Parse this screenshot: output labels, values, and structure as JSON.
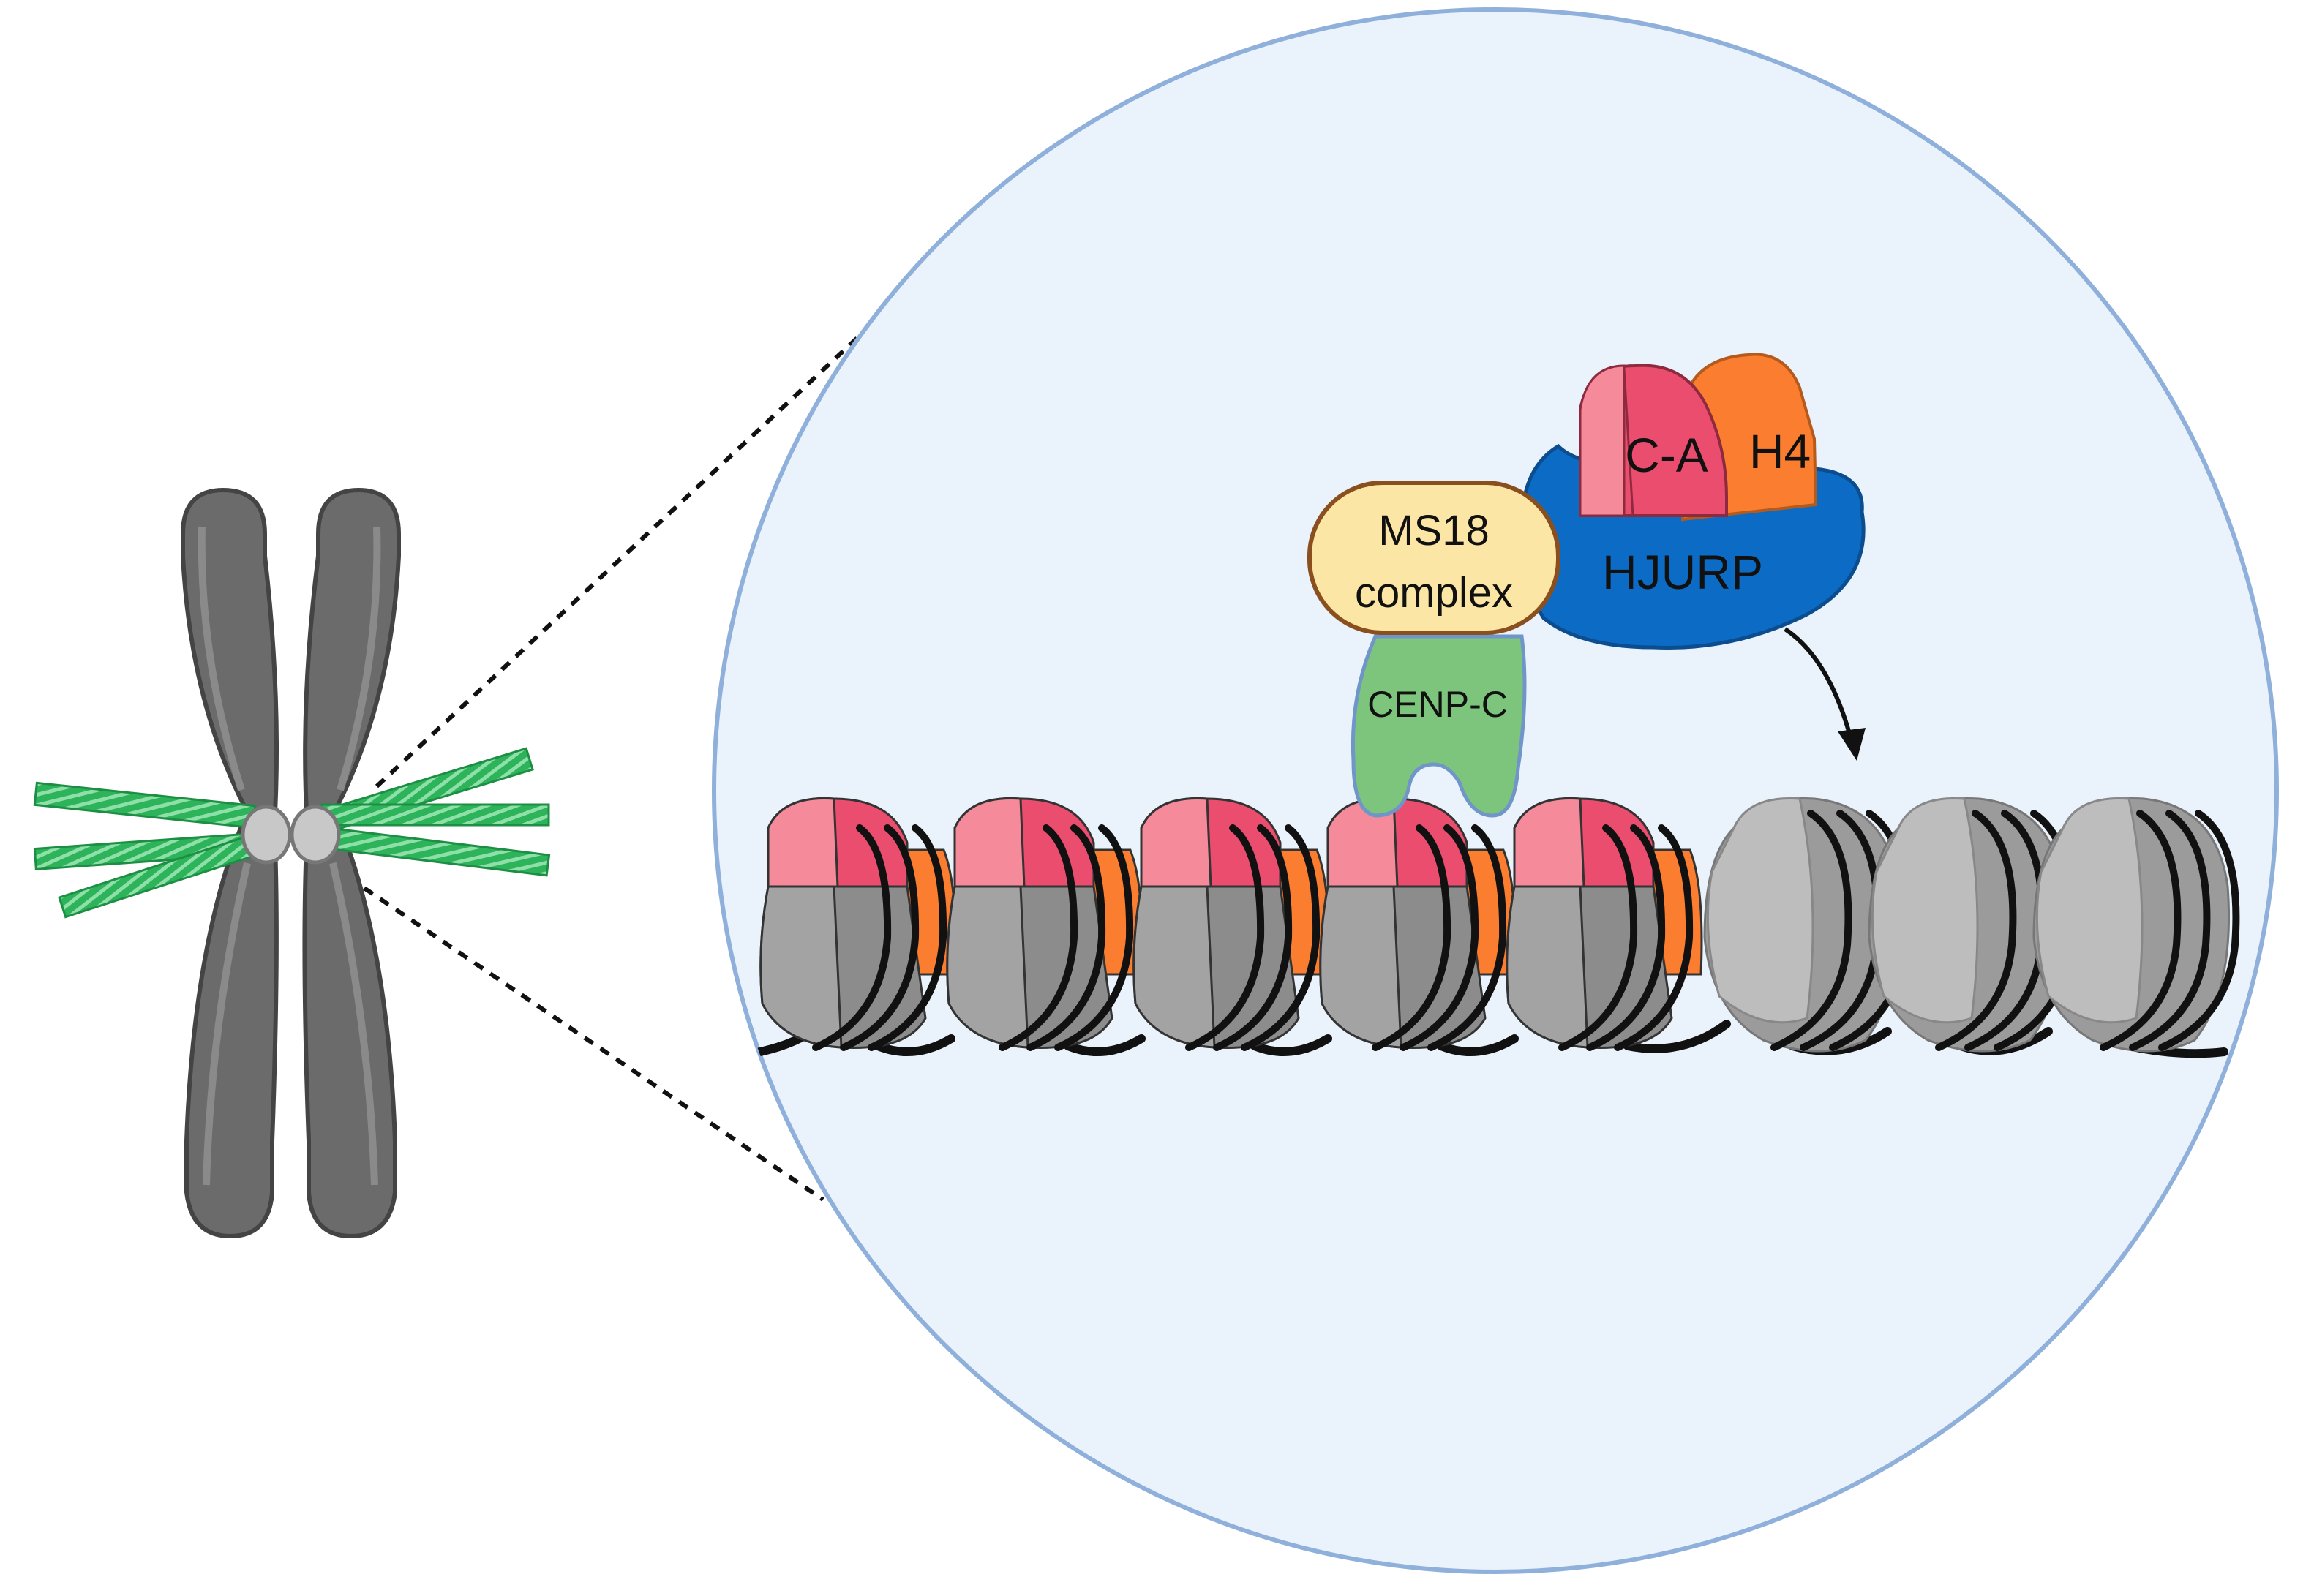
{
  "labels": {
    "ms18_line1": "MS18",
    "ms18_line2": "complex",
    "cenp_c": "CENP-C",
    "c_a": "C-A",
    "h4": "H4",
    "hjurp": "HJURP"
  },
  "nucleosomes": {
    "cenp_a_count": 5,
    "h3_count": 3
  },
  "colors": {
    "chromosome": "#6b6b6b",
    "microtubule": "#2db35a",
    "zoom_circle_fill": "#eaf2fb",
    "zoom_circle_stroke": "#8fb0db",
    "cenp_a_light": "#f48a9a",
    "cenp_a_dark": "#ea4d6e",
    "h4_orange": "#fb7d2f",
    "hjurp_blue": "#0c6bc4",
    "ms18_fill": "#fbe6a5",
    "ms18_stroke": "#8a4f1e",
    "cenp_c_green": "#7dc47c",
    "dna": "#111111",
    "h3_gray": "#bdbdbd"
  }
}
